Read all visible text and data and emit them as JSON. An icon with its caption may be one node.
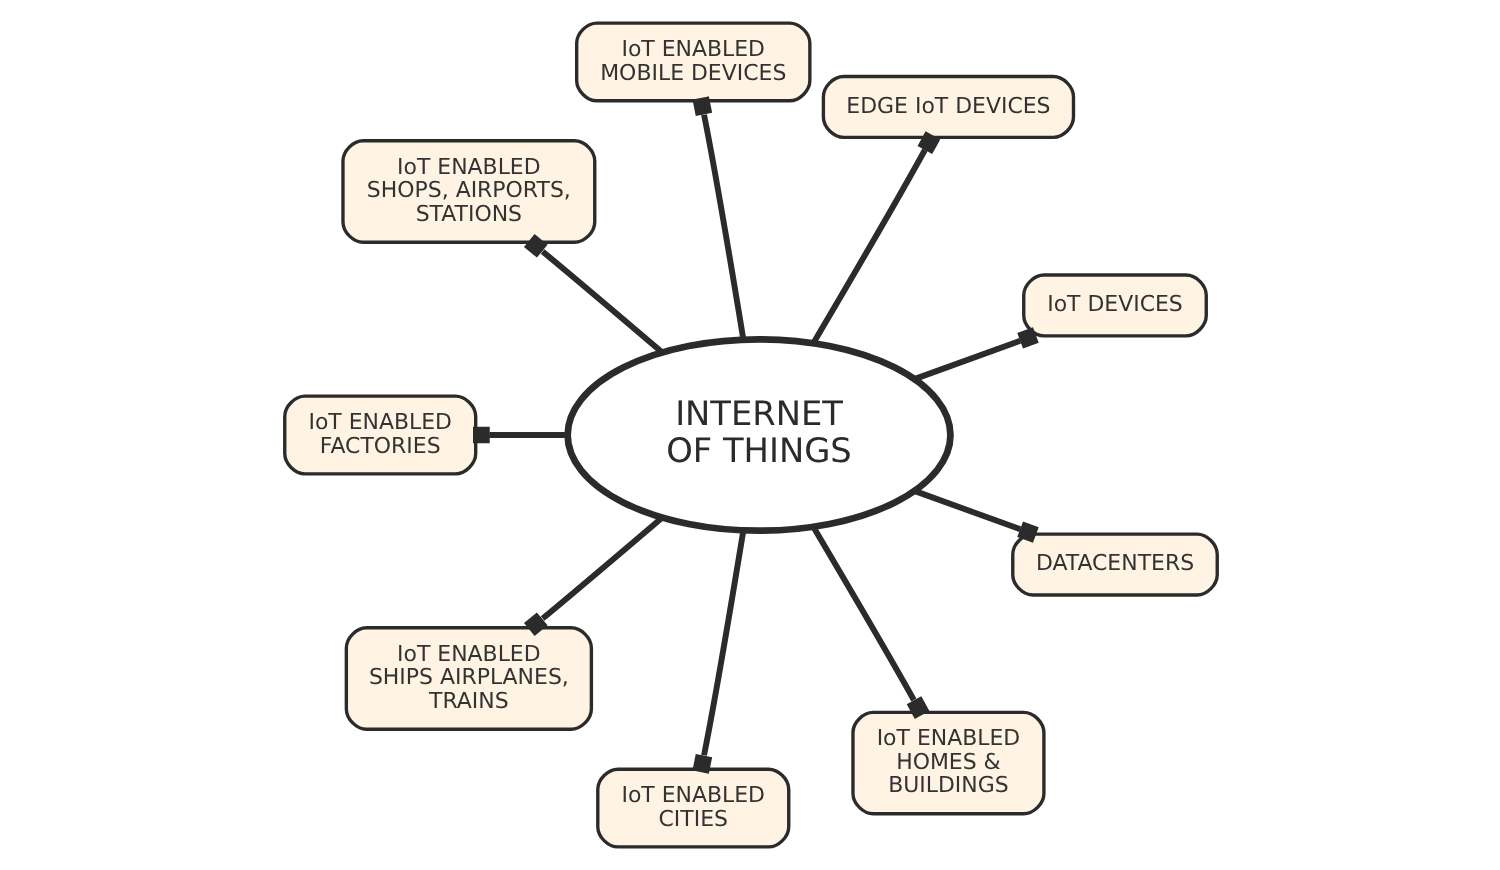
{
  "diagram": {
    "nodes": [
      {
        "text": [
          "INTERNET OF THINGS"
        ]
      },
      {
        "text": [
          "IoT ENABLED FACTORIES"
        ]
      },
      {
        "text": [
          "IoT ENABLED SHOPS, AIRPORTS, STATIONS"
        ]
      },
      {
        "text": [
          "IoT ENABLED MOBILE DEVICES"
        ]
      },
      {
        "text": [
          "EDGE IoT DEVICES"
        ]
      },
      {
        "text": [
          "IoT DEVICES"
        ]
      },
      {
        "text": [
          "DATACENTERS"
        ]
      },
      {
        "text": [
          "IoT ENABLED HOMES & BUILDINGS"
        ]
      },
      {
        "text": [
          "IoT ENABLED CITIES"
        ]
      },
      {
        "text": [
          "IoT ENABLED SHIPS AIRPLANES, TRAINS"
        ]
      }
    ],
    "edges": [
      {
        "from": 0,
        "to": 1,
        "arrow": "other"
      },
      {
        "from": 0,
        "to": 2,
        "arrow": "other"
      },
      {
        "from": 0,
        "to": 3,
        "arrow": "other"
      },
      {
        "from": 0,
        "to": 4,
        "arrow": "other"
      },
      {
        "from": 0,
        "to": 5,
        "arrow": "other"
      },
      {
        "from": 0,
        "to": 6,
        "arrow": "other"
      },
      {
        "from": 0,
        "to": 7,
        "arrow": "other"
      },
      {
        "from": 0,
        "to": 8,
        "arrow": "other"
      },
      {
        "from": 0,
        "to": 9,
        "arrow": "other"
      }
    ]
  }
}
